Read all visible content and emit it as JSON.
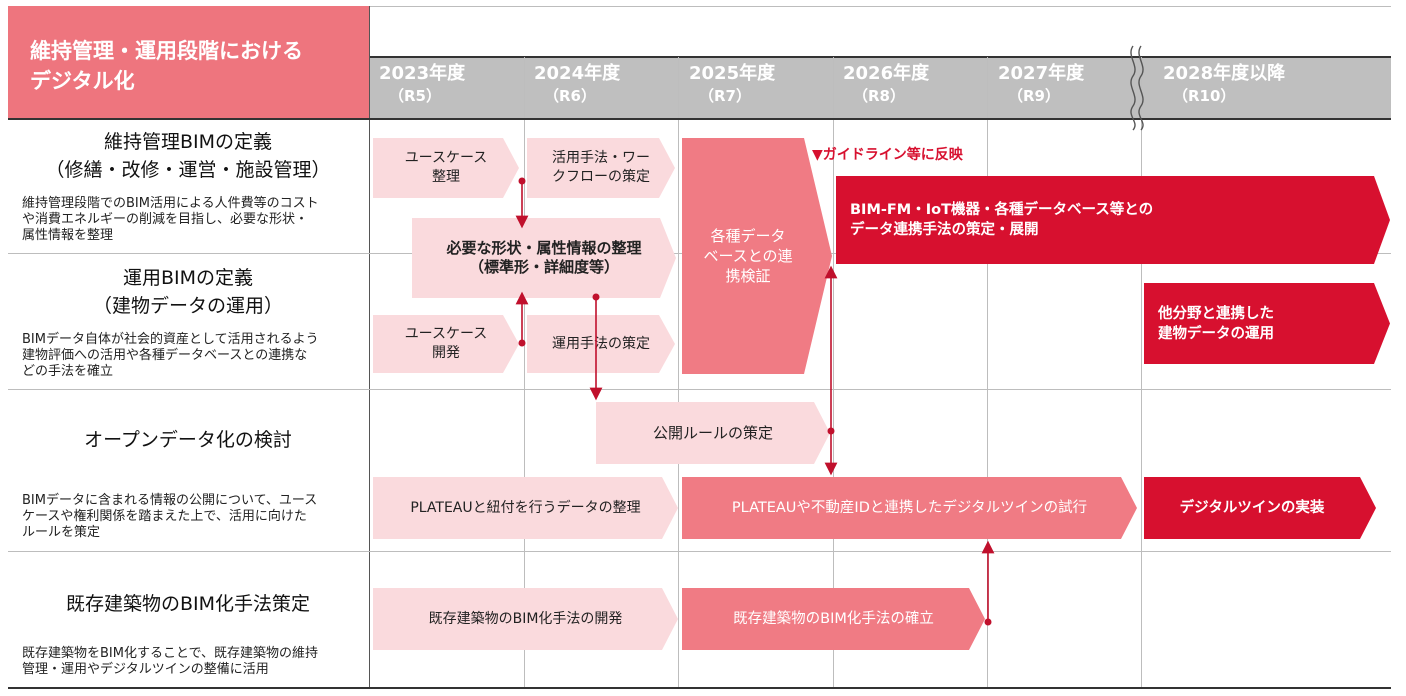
{
  "header": {
    "title_line1": "維持管理・運用段階における",
    "title_line2": "デジタル化",
    "years": [
      {
        "label": "2023年度",
        "sub": "（R5）"
      },
      {
        "label": "2024年度",
        "sub": "（R6）"
      },
      {
        "label": "2025年度",
        "sub": "（R7）"
      },
      {
        "label": "2026年度",
        "sub": "（R8）"
      },
      {
        "label": "2027年度",
        "sub": "（R9）"
      },
      {
        "label": "2028年度以降",
        "sub": "（R10）"
      }
    ]
  },
  "rows": {
    "maintenance": {
      "title": "維持管理BIMの定義",
      "subtitle": "（修繕・改修・運営・施設管理）",
      "desc": [
        "維持管理段階でのBIM活用による人件費等のコスト",
        "や消費エネルギーの削減を目指し、必要な形状・",
        "属性情報を整理"
      ]
    },
    "operation": {
      "title": "運用BIMの定義",
      "subtitle": "（建物データの運用）",
      "desc": [
        "BIMデータ自体が社会的資産として活用されるよう",
        "建物評価への活用や各種データベースとの連携な",
        "どの手法を確立"
      ]
    },
    "opendata": {
      "title": "オープンデータ化の検討",
      "desc": [
        "BIMデータに含まれる情報の公開について、ユース",
        "ケースや権利関係を踏まえた上で、活用に向けた",
        "ルールを策定"
      ]
    },
    "existing": {
      "title": "既存建築物のBIM化手法策定",
      "desc": [
        "既存建築物をBIM化することで、既存建築物の維持",
        "管理・運用やデジタルツインの整備に活用"
      ]
    }
  },
  "boxes": {
    "usecase_org": [
      "ユースケース",
      "整理"
    ],
    "method_workflow": [
      "活用手法・ワー",
      "クフローの策定"
    ],
    "shape_attr": [
      "必要な形状・属性情報の整理",
      "（標準形・詳細度等）"
    ],
    "usecase_dev": [
      "ユースケース",
      "開発"
    ],
    "operation_method": "運用手法の策定",
    "db_linkage": [
      "各種データ",
      "ベースとの連",
      "携検証"
    ],
    "guideline_note": "▼ガイドライン等に反映",
    "bimfm": [
      "BIM-FM・IoT機器・各種データベース等との",
      "データ連携手法の策定・展開"
    ],
    "other_fields": [
      "他分野と連携した",
      "建物データの運用"
    ],
    "public_rule": "公開ルールの策定",
    "plateau_org": "PLATEAUと紐付を行うデータの整理",
    "plateau_twin": "PLATEAUや不動産IDと連携したデジタルツインの試行",
    "twin_impl": "デジタルツインの実装",
    "existing_dev": "既存建築物のBIM化手法の開発",
    "existing_est": "既存建築物のBIM化手法の確立"
  },
  "colors": {
    "title_bg": "#ee757e",
    "pale": "#fadadd",
    "mid": "#f07b84",
    "dark": "#d7102f",
    "header_gray": "#bfbfbf"
  },
  "icons": {
    "break": "double-wavy-break-icon"
  }
}
